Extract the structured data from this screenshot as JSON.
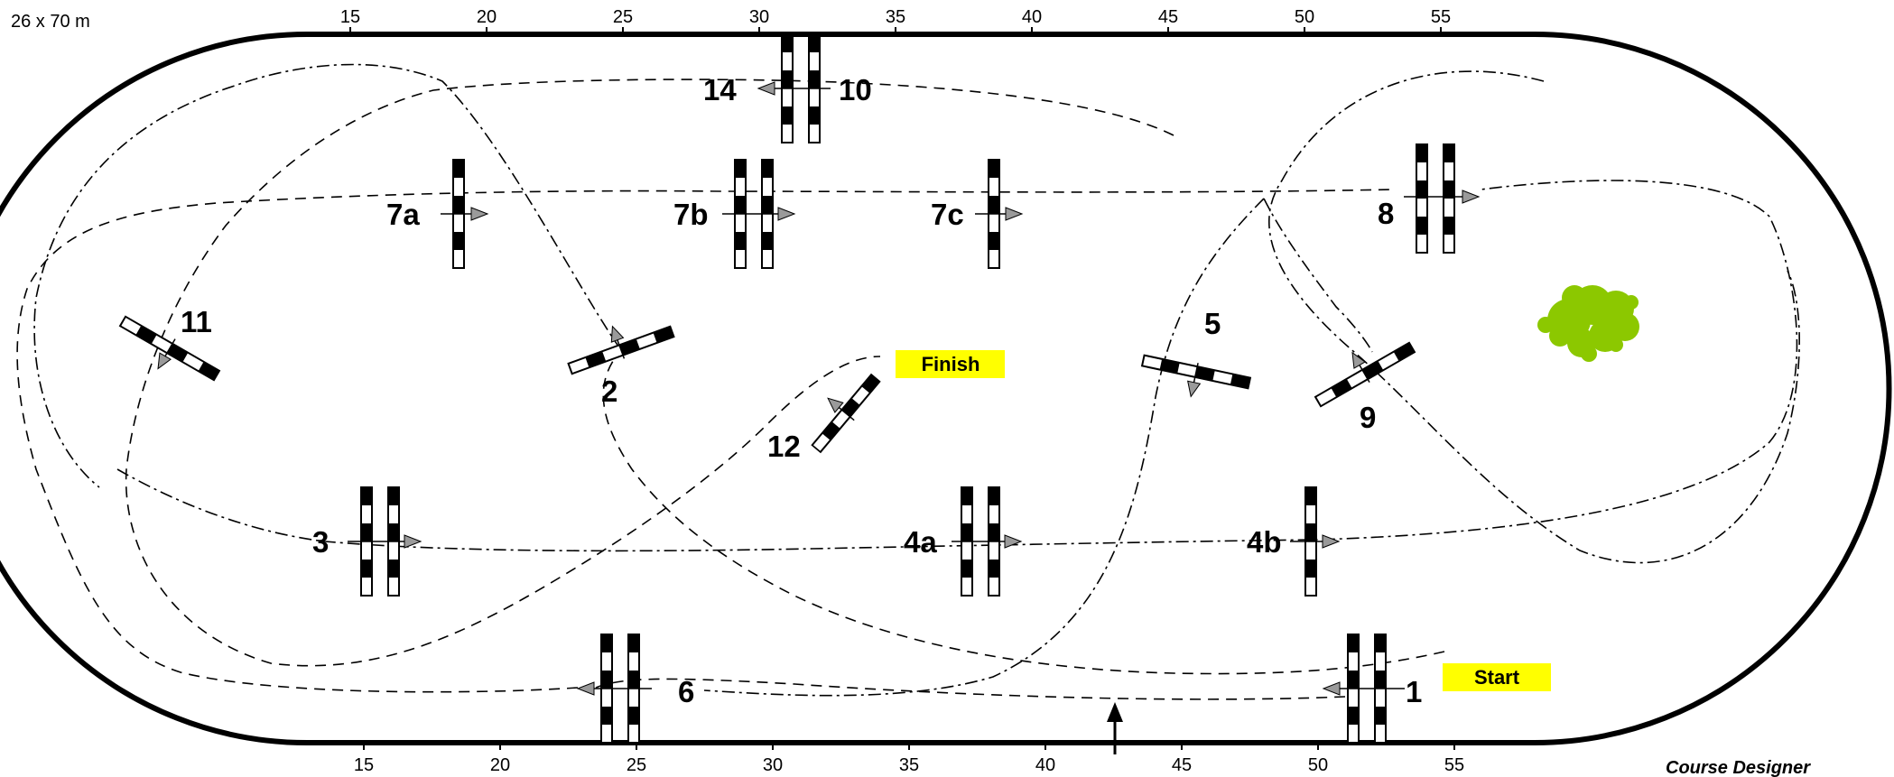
{
  "arena": {
    "size": "26 x 70 m"
  },
  "scale": {
    "top_ticks": [
      "15",
      "20",
      "25",
      "30",
      "35",
      "40",
      "45",
      "50",
      "55"
    ],
    "bottom_ticks": [
      "15",
      "20",
      "25",
      "30",
      "35",
      "40",
      "45",
      "50",
      "55"
    ]
  },
  "fence_numbers": {
    "f1": "1",
    "f2": "2",
    "f3": "3",
    "f4a": "4a",
    "f4b": "4b",
    "f5": "5",
    "f6": "6",
    "f7a": "7a",
    "f7b": "7b",
    "f7c": "7c",
    "f8": "8",
    "f9": "9",
    "f10": "10",
    "f11": "11",
    "f12": "12",
    "f14": "14"
  },
  "markers": {
    "start": "Start",
    "finish": "Finish"
  },
  "footer": {
    "designer": "Course Designer"
  },
  "colors": {
    "marker_fill": "#ffff00",
    "tree": "#8cc800",
    "pole_dark": "#000000",
    "arrow": "#9a9a9a"
  }
}
